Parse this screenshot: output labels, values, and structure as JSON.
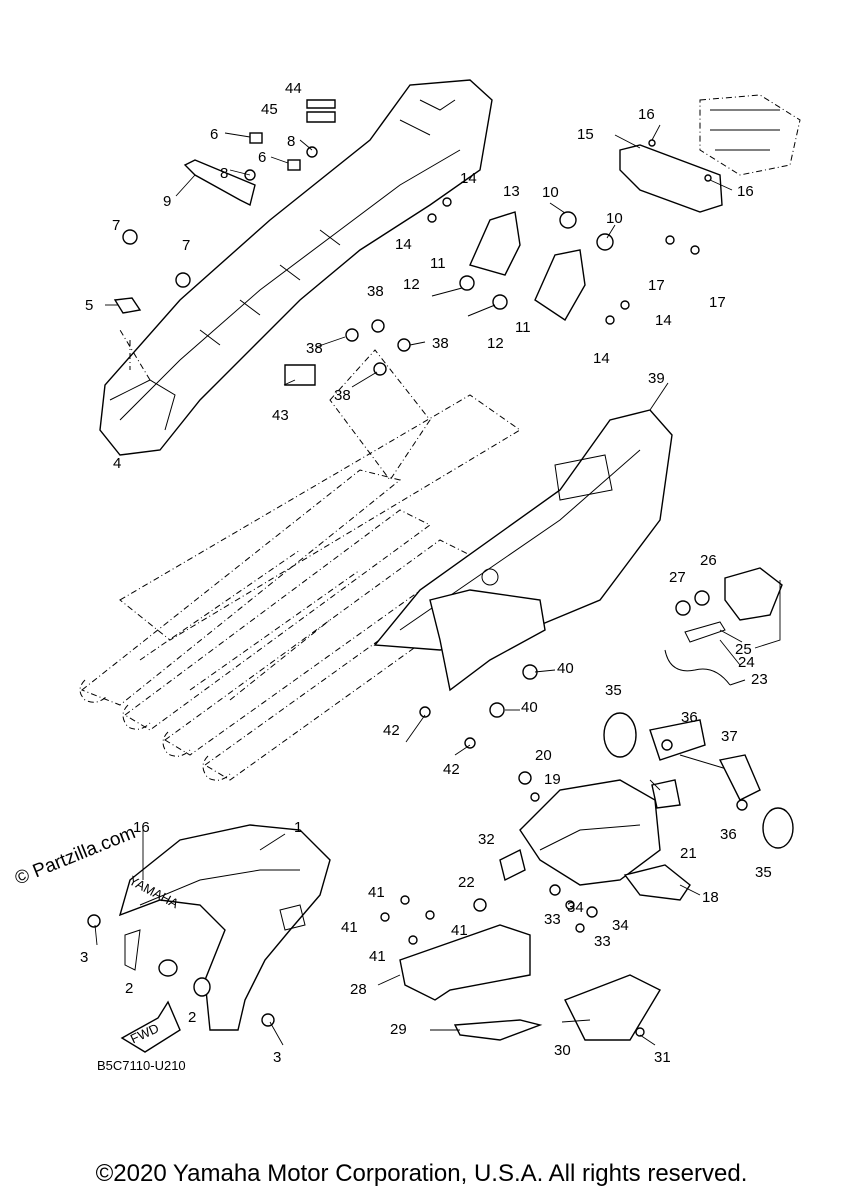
{
  "diagram": {
    "code": "B5C7110-U210",
    "watermark": "© Partzilla.com",
    "fwd_label": "FWD",
    "brand_label": "YAMAHA",
    "copyright": "©2020 Yamaha Motor Corporation, U.S.A. All rights reserved.",
    "callouts": [
      {
        "id": "c1",
        "label": "1"
      },
      {
        "id": "c2a",
        "label": "2"
      },
      {
        "id": "c2b",
        "label": "2"
      },
      {
        "id": "c3a",
        "label": "3"
      },
      {
        "id": "c3b",
        "label": "3"
      },
      {
        "id": "c4",
        "label": "4"
      },
      {
        "id": "c5",
        "label": "5"
      },
      {
        "id": "c6a",
        "label": "6"
      },
      {
        "id": "c6b",
        "label": "6"
      },
      {
        "id": "c7a",
        "label": "7"
      },
      {
        "id": "c7b",
        "label": "7"
      },
      {
        "id": "c8a",
        "label": "8"
      },
      {
        "id": "c8b",
        "label": "8"
      },
      {
        "id": "c9",
        "label": "9"
      },
      {
        "id": "c10a",
        "label": "10"
      },
      {
        "id": "c10b",
        "label": "10"
      },
      {
        "id": "c11a",
        "label": "11"
      },
      {
        "id": "c11b",
        "label": "11"
      },
      {
        "id": "c12a",
        "label": "12"
      },
      {
        "id": "c12b",
        "label": "12"
      },
      {
        "id": "c13",
        "label": "13"
      },
      {
        "id": "c14a",
        "label": "14"
      },
      {
        "id": "c14b",
        "label": "14"
      },
      {
        "id": "c14c",
        "label": "14"
      },
      {
        "id": "c14d",
        "label": "14"
      },
      {
        "id": "c15",
        "label": "15"
      },
      {
        "id": "c16a",
        "label": "16"
      },
      {
        "id": "c16b",
        "label": "16"
      },
      {
        "id": "c16c",
        "label": "16"
      },
      {
        "id": "c17a",
        "label": "17"
      },
      {
        "id": "c17b",
        "label": "17"
      },
      {
        "id": "c18",
        "label": "18"
      },
      {
        "id": "c19",
        "label": "19"
      },
      {
        "id": "c20",
        "label": "20"
      },
      {
        "id": "c21",
        "label": "21"
      },
      {
        "id": "c22",
        "label": "22"
      },
      {
        "id": "c23",
        "label": "23"
      },
      {
        "id": "c24",
        "label": "24"
      },
      {
        "id": "c25",
        "label": "25"
      },
      {
        "id": "c26",
        "label": "26"
      },
      {
        "id": "c27",
        "label": "27"
      },
      {
        "id": "c28",
        "label": "28"
      },
      {
        "id": "c29",
        "label": "29"
      },
      {
        "id": "c30",
        "label": "30"
      },
      {
        "id": "c31",
        "label": "31"
      },
      {
        "id": "c32",
        "label": "32"
      },
      {
        "id": "c33a",
        "label": "33"
      },
      {
        "id": "c33b",
        "label": "33"
      },
      {
        "id": "c34a",
        "label": "34"
      },
      {
        "id": "c34b",
        "label": "34"
      },
      {
        "id": "c35a",
        "label": "35"
      },
      {
        "id": "c35b",
        "label": "35"
      },
      {
        "id": "c36a",
        "label": "36"
      },
      {
        "id": "c36b",
        "label": "36"
      },
      {
        "id": "c37",
        "label": "37"
      },
      {
        "id": "c38a",
        "label": "38"
      },
      {
        "id": "c38b",
        "label": "38"
      },
      {
        "id": "c38c",
        "label": "38"
      },
      {
        "id": "c38d",
        "label": "38"
      },
      {
        "id": "c39",
        "label": "39"
      },
      {
        "id": "c40a",
        "label": "40"
      },
      {
        "id": "c40b",
        "label": "40"
      },
      {
        "id": "c41a",
        "label": "41"
      },
      {
        "id": "c41b",
        "label": "41"
      },
      {
        "id": "c41c",
        "label": "41"
      },
      {
        "id": "c41d",
        "label": "41"
      },
      {
        "id": "c42a",
        "label": "42"
      },
      {
        "id": "c42b",
        "label": "42"
      },
      {
        "id": "c43",
        "label": "43"
      },
      {
        "id": "c44",
        "label": "44"
      },
      {
        "id": "c45",
        "label": "45"
      }
    ]
  }
}
